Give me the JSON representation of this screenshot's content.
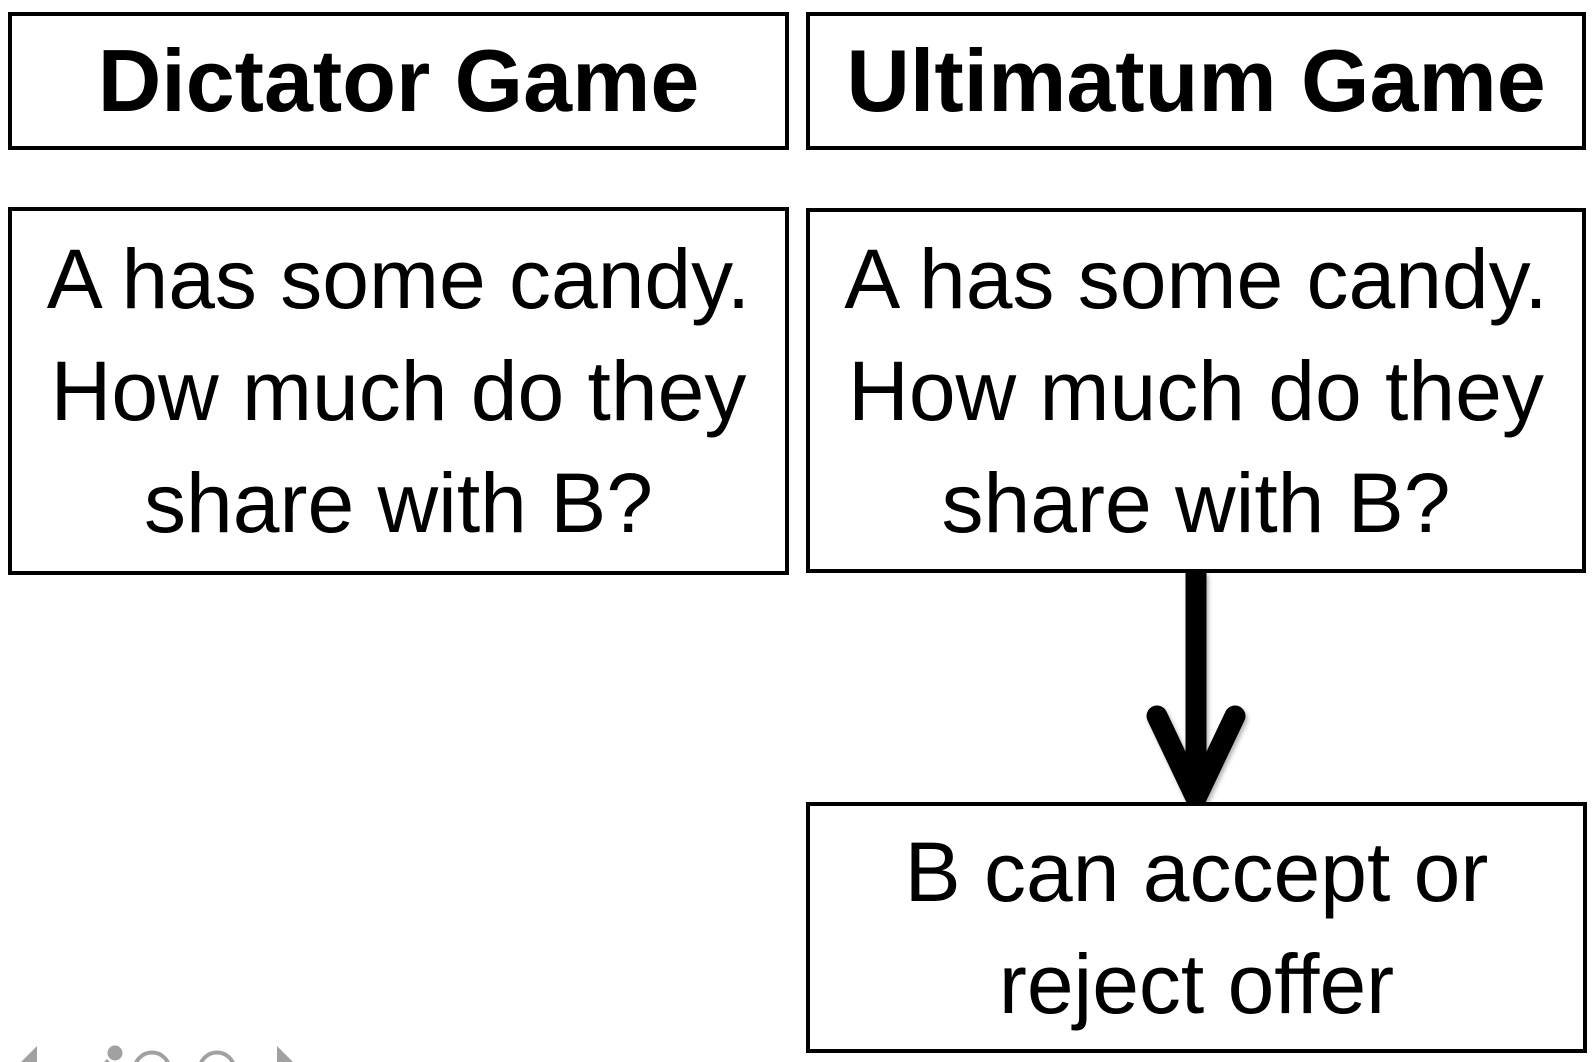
{
  "slide": {
    "background_color": "#ffffff",
    "box_border_color": "#000000",
    "text_color": "#000000"
  },
  "dictator_column": {
    "title": "Dictator Game",
    "step1": {
      "lines": [
        "A has some candy.",
        "How much do they",
        "share with B?"
      ]
    }
  },
  "ultimatum_column": {
    "title": "Ultimatum Game",
    "step1": {
      "lines": [
        "A has some candy.",
        "How much do they",
        "share with B?"
      ]
    },
    "step2": {
      "lines": [
        "B can accept or",
        "reject offer"
      ]
    }
  },
  "arrow": {
    "direction": "down",
    "color": "#000000"
  },
  "presenter_toolbar": {
    "color": "#a1a1a1",
    "buttons": [
      "previous-slide",
      "pen-annotation",
      "see-all-slides",
      "zoom-to-slide",
      "next-slide"
    ]
  }
}
